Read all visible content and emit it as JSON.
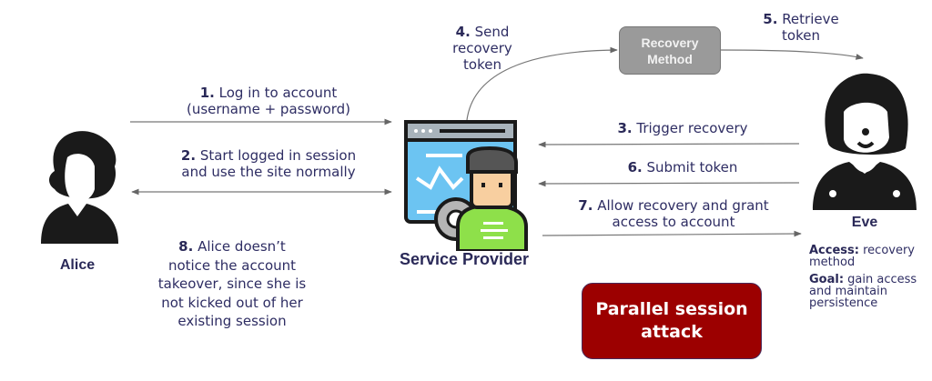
{
  "title": "Parallel session attack",
  "actors": {
    "alice": {
      "name": "Alice",
      "icon": "person-silhouette-icon"
    },
    "service_provider": {
      "name": "Service Provider",
      "icon": "developer-dashboard-icon"
    },
    "eve": {
      "name": "Eve",
      "icon": "person-silhouette-icon"
    }
  },
  "recovery_method": {
    "line1": "Recovery",
    "line2": "Method"
  },
  "steps": {
    "s1": {
      "num": "1.",
      "line1": "Log in to account",
      "line2": "(username + password)"
    },
    "s2": {
      "num": "2.",
      "line1": "Start logged in session",
      "line2": "and use the site normally"
    },
    "s3": {
      "num": "3.",
      "line1": "Trigger recovery"
    },
    "s4": {
      "num": "4.",
      "line1": "Send",
      "line2": "recovery",
      "line3": "token"
    },
    "s5": {
      "num": "5.",
      "line1": "Retrieve",
      "line2": "token"
    },
    "s6": {
      "num": "6.",
      "line1": "Submit token"
    },
    "s7": {
      "num": "7.",
      "line1": "Allow recovery and grant",
      "line2": "access to account"
    },
    "s8": {
      "num": "8.",
      "line1": "Alice doesn’t",
      "line2": "notice the account",
      "line3": "takeover, since she is",
      "line4": "not kicked out of her",
      "line5": "existing session"
    }
  },
  "eve_info": {
    "access_label": "Access:",
    "access_value": "recovery method",
    "goal_label": "Goal:",
    "goal_value": "gain access and  maintain persistence"
  },
  "attack_label": {
    "line1": "Parallel session",
    "line2": "attack"
  },
  "colors": {
    "attack_bg": "#9c0000",
    "recovery_box": "#9a9a9a",
    "text": "#2e2d63",
    "arrow": "#666666"
  }
}
